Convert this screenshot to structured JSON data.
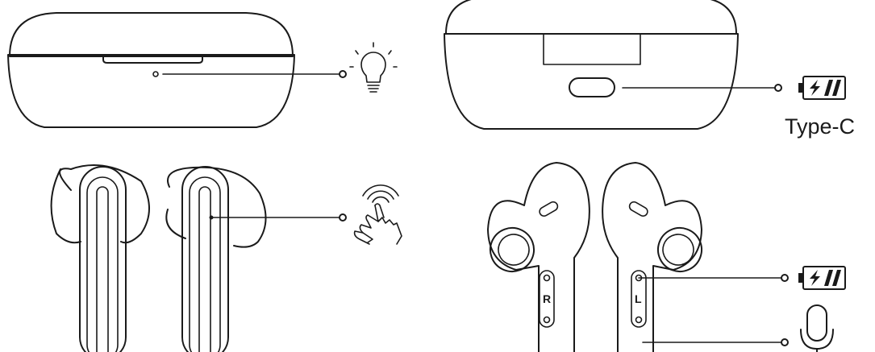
{
  "labels": {
    "usb_port": "Type-C",
    "right_earbud": "R",
    "left_earbud": "L"
  },
  "callouts": [
    {
      "name": "indicator-light",
      "icon": "light-bulb-icon"
    },
    {
      "name": "charging-port",
      "icon": "battery-charging-icon"
    },
    {
      "name": "touch-control",
      "icon": "touch-finger-icon"
    },
    {
      "name": "earbud-charging-contacts",
      "icon": "battery-charging-icon"
    },
    {
      "name": "microphone",
      "icon": "microphone-icon"
    }
  ],
  "colors": {
    "line": "#1a1a1a",
    "background": "#ffffff"
  }
}
